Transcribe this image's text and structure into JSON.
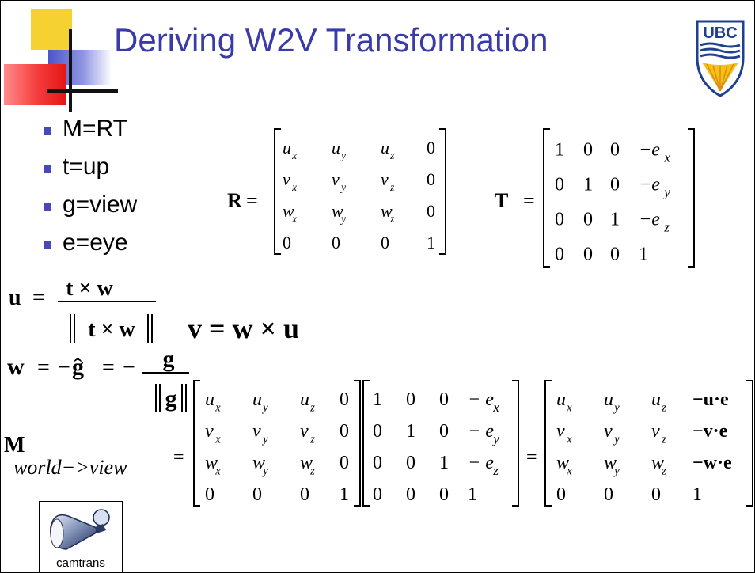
{
  "title": "Deriving W2V Transformation",
  "logo_text": "UBC",
  "bullets": [
    "M=RT",
    "t=up",
    "g=view",
    "e=eye"
  ],
  "matrix_R": {
    "label": "R",
    "rows": [
      [
        "u",
        "x",
        "u",
        "y",
        "u",
        "z",
        "0"
      ],
      [
        "v",
        "x",
        "v",
        "y",
        "v",
        "z",
        "0"
      ],
      [
        "w",
        "x",
        "w",
        "y",
        "w",
        "z",
        "0"
      ],
      [
        "0",
        "",
        "0",
        "",
        "0",
        "",
        "1"
      ]
    ]
  },
  "matrix_T": {
    "label": "T",
    "rows": [
      [
        "1",
        "0",
        "0",
        "−e",
        "x"
      ],
      [
        "0",
        "1",
        "0",
        "−e",
        "y"
      ],
      [
        "0",
        "0",
        "1",
        "−e",
        "z"
      ],
      [
        "0",
        "0",
        "0",
        "1",
        ""
      ]
    ]
  },
  "equations": {
    "u_lhs": "u",
    "u_num": "t × w",
    "u_den": "t × w",
    "v_eq": "v = w × u",
    "w_lhs": "w",
    "g_hat": "ĝ",
    "g_num": "g",
    "g_den": "g",
    "m_label": "M",
    "m_sub": "world−>view",
    "eq": "=",
    "minus": "−"
  },
  "product": {
    "rot_rows": [
      [
        "u",
        "x",
        "u",
        "y",
        "u",
        "z",
        "0"
      ],
      [
        "v",
        "x",
        "v",
        "y",
        "v",
        "z",
        "0"
      ],
      [
        "w",
        "x",
        "w",
        "y",
        "w",
        "z",
        "0"
      ],
      [
        "0",
        "",
        "0",
        "",
        "0",
        "",
        "1"
      ]
    ],
    "trans_rows": [
      [
        "1",
        "0",
        "0",
        "− e",
        "x"
      ],
      [
        "0",
        "1",
        "0",
        "− e",
        "y"
      ],
      [
        "0",
        "0",
        "1",
        "− e",
        "z"
      ],
      [
        "0",
        "0",
        "0",
        "1",
        ""
      ]
    ],
    "result_rows": [
      [
        "u",
        "x",
        "u",
        "y",
        "u",
        "z",
        "−u·e"
      ],
      [
        "v",
        "x",
        "v",
        "y",
        "v",
        "z",
        "−v·e"
      ],
      [
        "w",
        "x",
        "w",
        "y",
        "w",
        "z",
        "−w·e"
      ],
      [
        "0",
        "",
        "0",
        "",
        "0",
        "",
        "1"
      ]
    ]
  },
  "applet_caption": "camtrans",
  "colors": {
    "title": "#3a3aa8",
    "bullet": "#4848b8",
    "logo_blue": "#1f3f8f",
    "logo_gold": "#f2c21b"
  }
}
